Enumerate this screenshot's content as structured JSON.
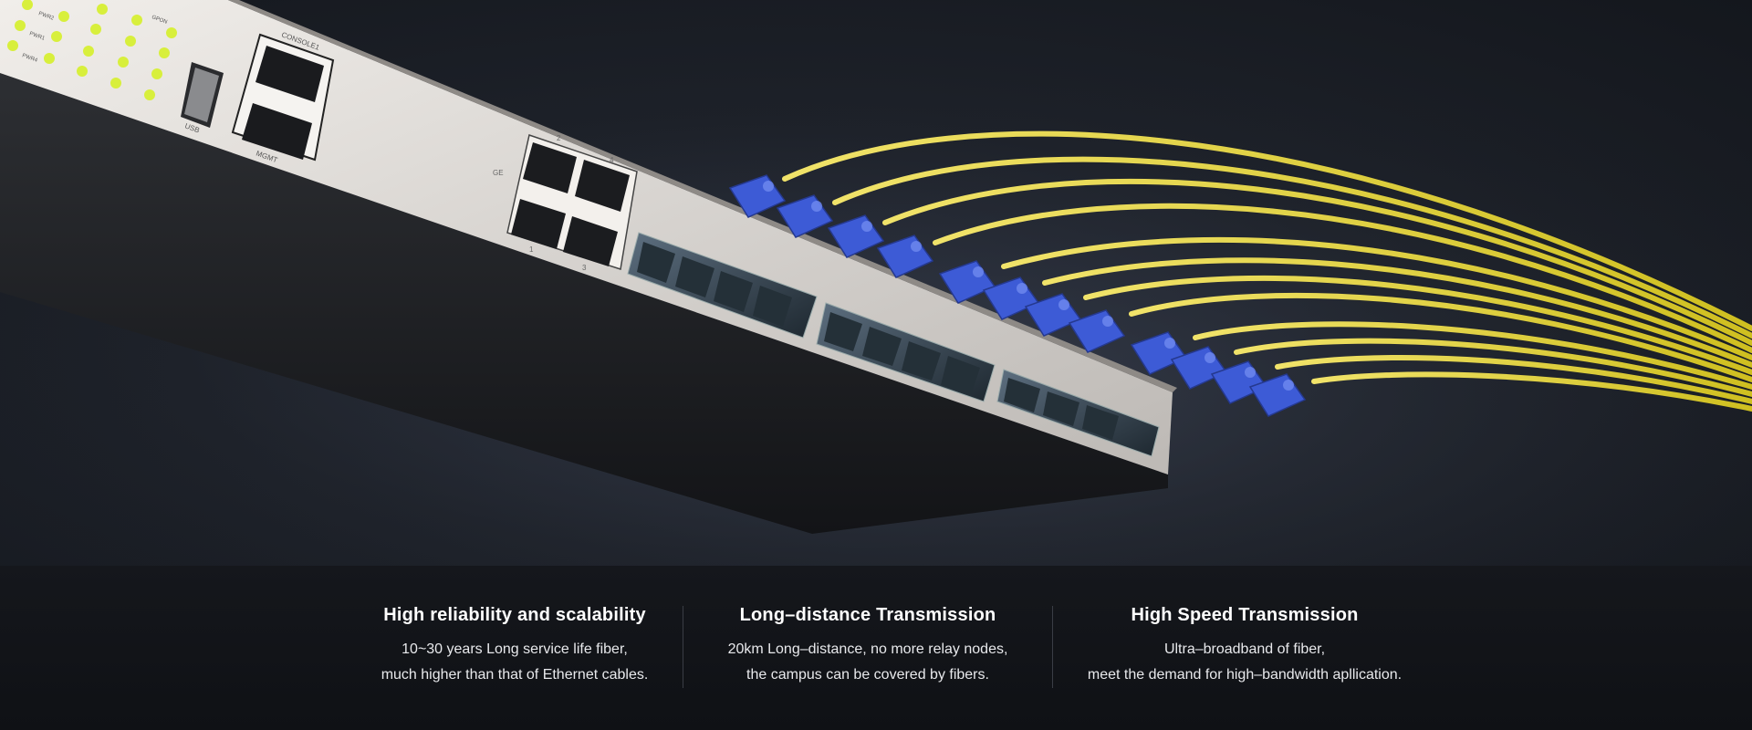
{
  "hero": {
    "device_labels": {
      "console": "CONSOLE1",
      "mgmt": "MGMT",
      "usb": "USB",
      "pwr2": "PWR2",
      "pwr1": "PWR1",
      "pwr4": "PWR4",
      "gpon": "GPON",
      "ge": "GE",
      "port_2": "2",
      "port_4": "4",
      "port_1": "1",
      "port_3": "3"
    },
    "colors": {
      "fiber": "#e2d33b",
      "connector": "#3d5bd6",
      "led": "#d8ef3c",
      "chassis": "#e6e3e0"
    }
  },
  "features": [
    {
      "title": "High reliability and scalability",
      "line1": "10~30 years Long service life fiber,",
      "line2": "much higher than that of Ethernet cables."
    },
    {
      "title": "Long–distance Transmission",
      "line1": "20km Long–distance, no more relay nodes,",
      "line2": "the campus can be covered by fibers."
    },
    {
      "title": "High Speed Transmission",
      "line1": "Ultra–broadband of fiber,",
      "line2": "meet the demand for high–bandwidth apllication."
    }
  ]
}
